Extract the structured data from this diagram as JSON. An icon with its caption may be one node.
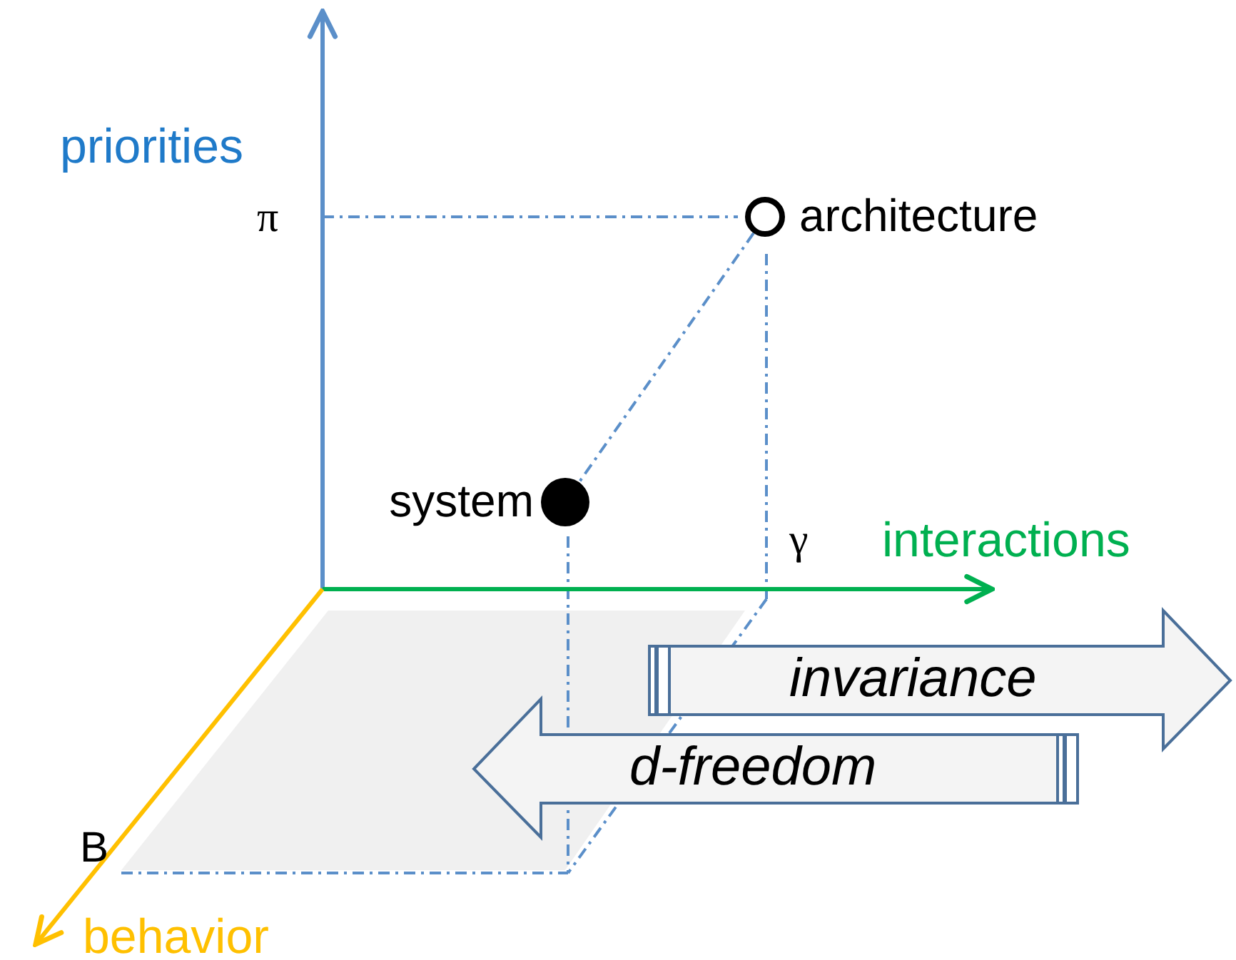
{
  "diagram": {
    "nodes": [
      {
        "text": [],
        "shape": "circle",
        "beside": [
          "architecture"
        ]
      },
      {
        "text": [],
        "shape": "circle",
        "beside": [
          "system"
        ]
      },
      {
        "text": [
          "invariance"
        ]
      },
      {
        "text": [
          "d-freedom"
        ]
      }
    ],
    "edges": [
      {
        "from": 0,
        "to": 1,
        "arrow": "none",
        "style": "dashed"
      }
    ],
    "labels": [
      "priorities",
      "π",
      "γ",
      "interactions",
      "B",
      "behavior"
    ]
  }
}
